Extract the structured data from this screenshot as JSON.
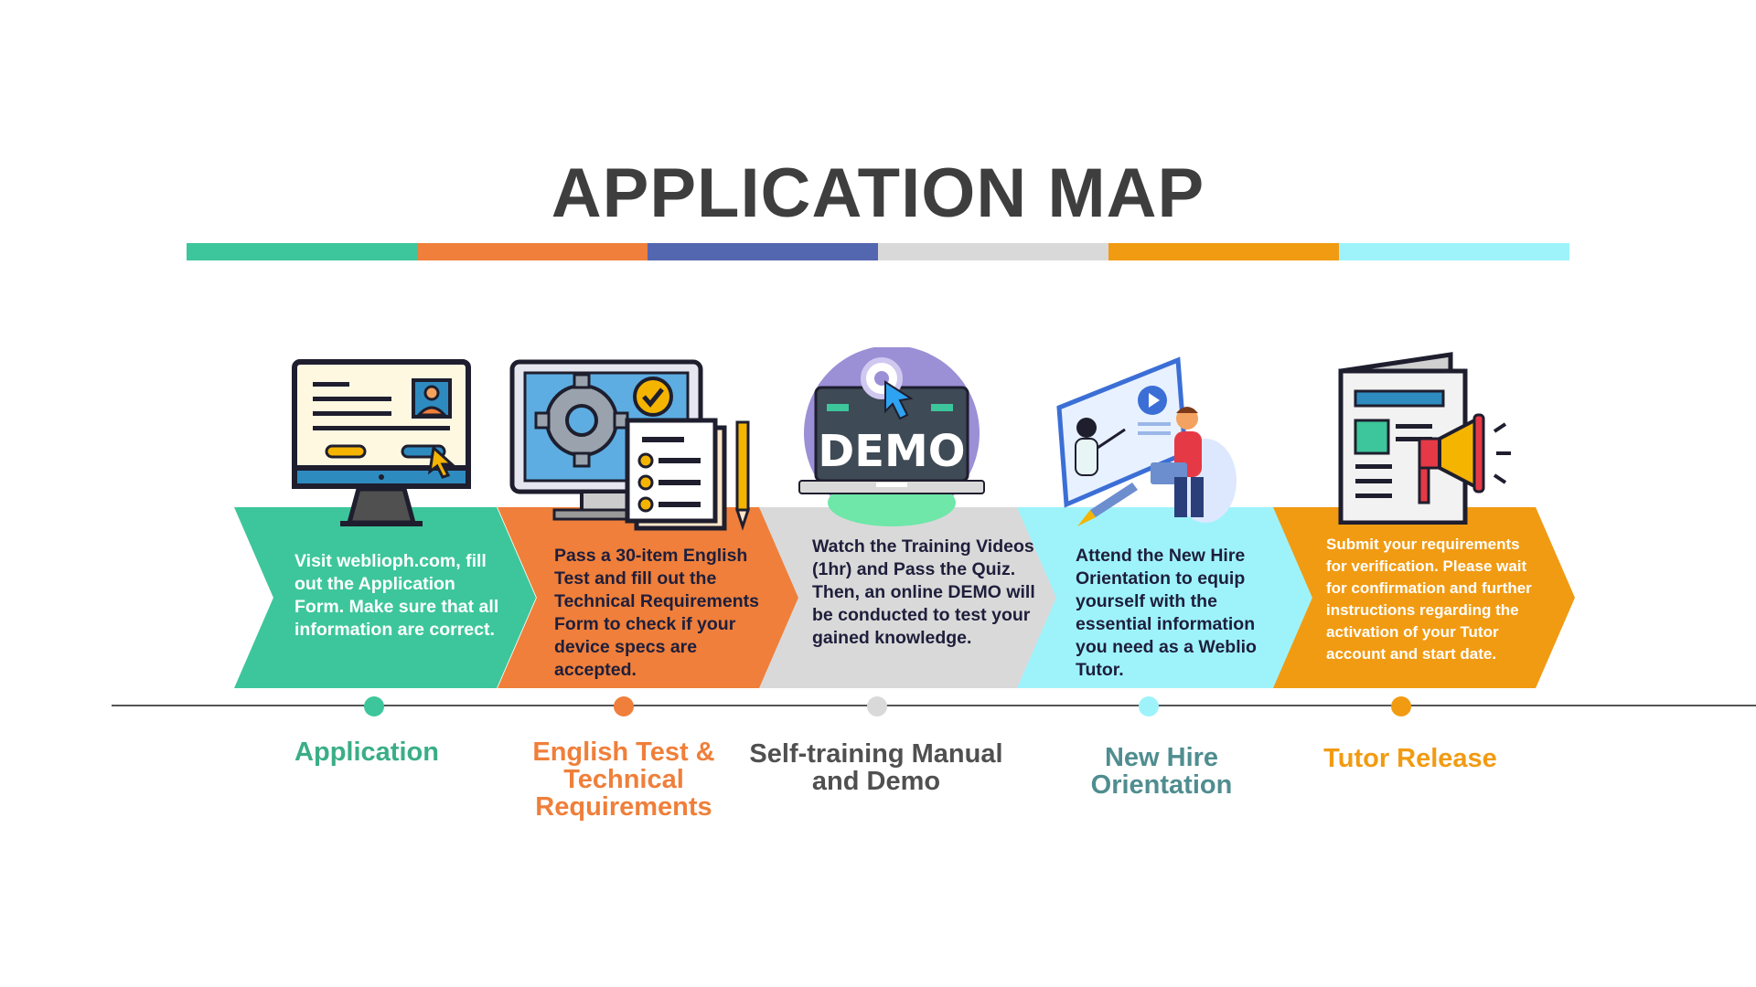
{
  "header": {
    "title": "APPLICATION MAP",
    "color_bar": [
      "#3dc69b",
      "#ef7f3a",
      "#5366b0",
      "#d9d9d9",
      "#f19b12",
      "#9ef3fb"
    ]
  },
  "steps": [
    {
      "label": "Application",
      "text": "Visit weblioph.com, fill out the Application Form. Make sure that all information are correct.",
      "chevron_color": "#3dc69b",
      "text_color": "#ffffff",
      "label_color": "#3aae86",
      "dot_color": "#3dc69b",
      "icon": "application-form-monitor-icon"
    },
    {
      "label": "English Test & Technical Requirements",
      "text": "Pass a 30-item English Test and fill out the Technical Requirements Form to check if your device specs are accepted.",
      "chevron_color": "#ef7f3a",
      "text_color": "#1e1e3c",
      "label_color": "#ef7f3a",
      "dot_color": "#ef7f3a",
      "icon": "gear-monitor-checklist-icon"
    },
    {
      "label": "Self-training Manual and Demo",
      "text": "Watch the Training Videos (1hr) and Pass the Quiz. Then, an online DEMO will be conducted to test your gained knowledge.",
      "chevron_color": "#d9d9d9",
      "text_color": "#1e1e3c",
      "label_color": "#505050",
      "dot_color": "#d9d9d9",
      "icon": "demo-laptop-icon",
      "icon_text": "DEMO"
    },
    {
      "label": "New Hire Orientation",
      "text": "Attend the New Hire Orientation to equip yourself with the essential information you need as a Weblio Tutor.",
      "chevron_color": "#9ef3fb",
      "text_color": "#1e1e3c",
      "label_color": "#4f8d90",
      "dot_color": "#9ef3fb",
      "icon": "online-orientation-icon"
    },
    {
      "label": "Tutor Release",
      "text": "Submit your requirements for verification. Please wait for confirmation and further instructions regarding the activation of your Tutor account and start date.",
      "chevron_color": "#f19b12",
      "text_color": "#ffffff",
      "label_color": "#f19b12",
      "dot_color": "#f19b12",
      "icon": "newspaper-megaphone-icon"
    }
  ]
}
